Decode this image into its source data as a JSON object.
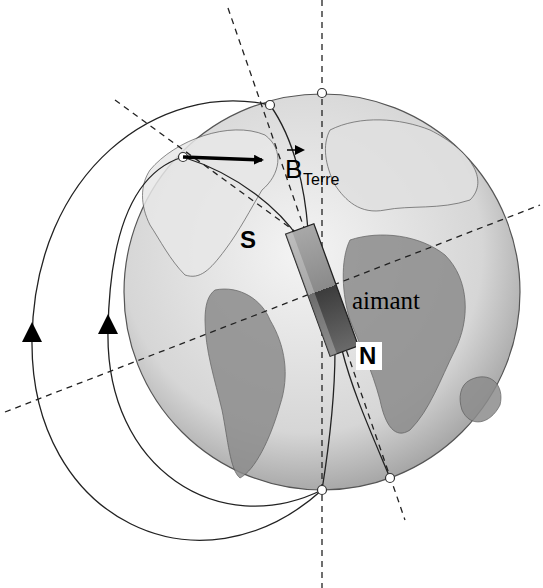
{
  "diagram": {
    "labels": [
      "S",
      "aimant",
      "N",
      "B",
      "Terre"
    ]
  }
}
